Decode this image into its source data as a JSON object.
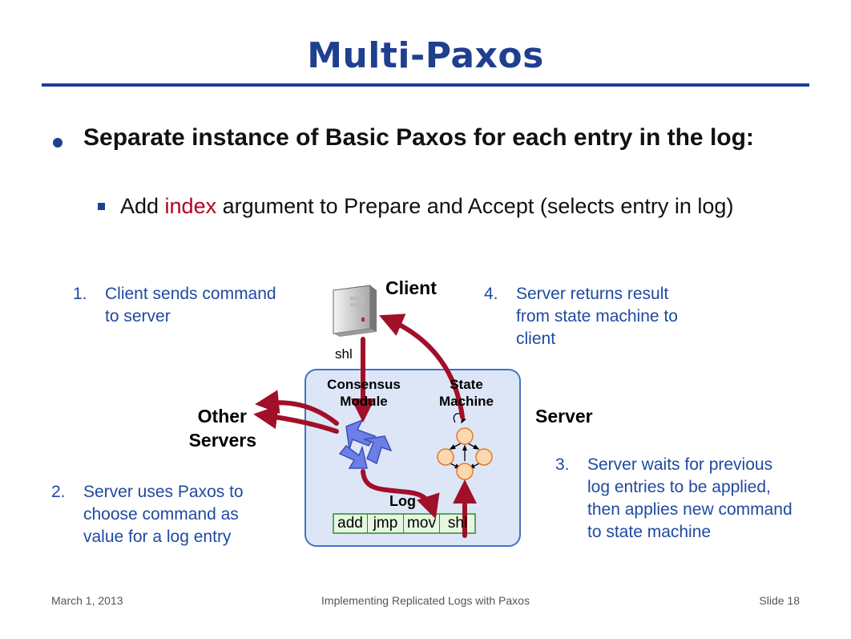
{
  "slide": {
    "title": "Multi-Paxos",
    "bullet": "Separate instance of Basic Paxos for each entry in the log:",
    "sub_bullet": {
      "before": "Add ",
      "highlight": "index",
      "after": " argument to Prepare and Accept (selects entry in log)"
    }
  },
  "diagram": {
    "client_label": "Client",
    "client_command": "shl",
    "server_label": "Server",
    "other_servers_line1": "Other",
    "other_servers_line2": "Servers",
    "consensus_line1": "Consensus",
    "consensus_line2": "Module",
    "state_machine_line1": "State",
    "state_machine_line2": "Machine",
    "log_label": "Log",
    "log_entries": [
      "add",
      "jmp",
      "mov",
      "shl"
    ],
    "steps": [
      {
        "num": "1.",
        "lines": [
          "Client sends command",
          "to server"
        ]
      },
      {
        "num": "2.",
        "lines": [
          "Server uses Paxos  to",
          "choose command as",
          "value for a log entry"
        ]
      },
      {
        "num": "3.",
        "lines": [
          "Server waits for previous",
          "log entries to be applied,",
          "then applies new command",
          "to state machine"
        ]
      },
      {
        "num": "4.",
        "lines": [
          "Server returns result",
          "from state machine to",
          "client"
        ]
      }
    ],
    "colors": {
      "arrow": "#a01028",
      "server_box_fill": "#dde6f7",
      "server_box_stroke": "#4472c4",
      "consensus_icon": "#6b7fe6",
      "state_node_fill": "#fdd7b0",
      "state_node_stroke": "#e07a2a",
      "log_fill": "#e6f6e0",
      "log_stroke": "#2e8b2e"
    }
  },
  "footer": {
    "date": "March 1, 2013",
    "title": "Implementing Replicated Logs with Paxos",
    "slide": "Slide 18"
  }
}
